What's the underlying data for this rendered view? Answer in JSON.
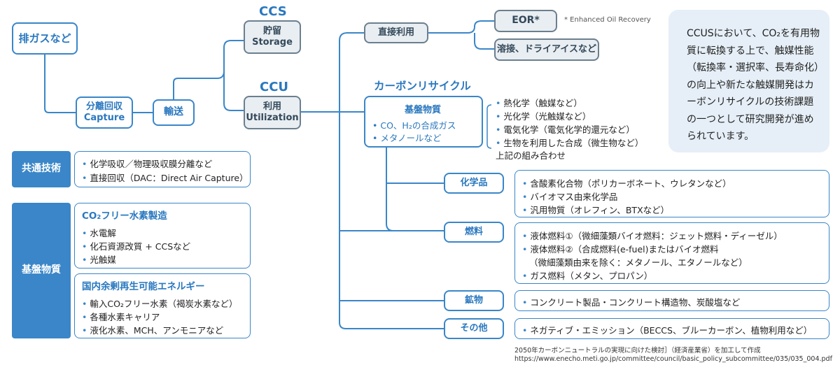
{
  "left": {
    "exhaust": "排ガスなど",
    "capture_jp": "分離回収",
    "capture_en": "Capture",
    "transport": "輸送"
  },
  "ccs": {
    "heading": "CCS",
    "jp": "貯留",
    "en": "Storage"
  },
  "ccu": {
    "heading": "CCU",
    "jp": "利用",
    "en": "Utilization"
  },
  "direct": {
    "label": "直接利用",
    "eor": "EOR*",
    "eor_note": "* Enhanced Oil Recovery",
    "other": "溶接、ドライアイスなど"
  },
  "carbon_recycle": {
    "heading": "カーボンリサイクル",
    "base_title": "基盤物質",
    "base_items": [
      "CO、H₂の合成ガス",
      "メタノールなど"
    ],
    "methods": [
      "熱化学（触媒など）",
      "光化学（光触媒など）",
      "電気化学（電気化学的還元など）",
      "生物を利用した合成（微生物など）"
    ],
    "methods_tail": "上記の組み合わせ"
  },
  "categories": [
    {
      "label": "化学品",
      "items": [
        "含酸素化合物（ポリカーボネート、ウレタンなど）",
        "バイオマス由来化学品",
        "汎用物質（オレフィン、BTXなど）"
      ]
    },
    {
      "label": "燃料",
      "items": [
        "液体燃料①（微細藻類バイオ燃料：ジェット燃料・ディーゼル）",
        "液体燃料②（合成燃料(e-fuel)またはバイオ燃料",
        "（微細藻類由来を除く：メタノール、エタノールなど）",
        "ガス燃料（メタン、プロパン）"
      ]
    },
    {
      "label": "鉱物",
      "items": [
        "コンクリート製品・コンクリート構造物、炭酸塩など"
      ]
    },
    {
      "label": "その他",
      "items": [
        "ネガティブ・エミッション（BECCS、ブルーカーボン、植物利用など）"
      ]
    }
  ],
  "common_tech": {
    "label": "共通技術",
    "items": [
      "化学吸収／物理吸収膜分離など",
      "直接回収（DAC：Direct Air Capture）"
    ]
  },
  "base_material": {
    "label": "基盤物質",
    "h2_title": "CO₂フリー水素製造",
    "h2_items": [
      "水電解",
      "化石資源改質 + CCSなど",
      "光触媒"
    ],
    "re_title": "国内余剰再生可能エネルギー",
    "re_items": [
      "輸入CO₂フリー水素（褐炭水素など）",
      "各種水素キャリア",
      "液化水素、MCH、アンモニアなど"
    ]
  },
  "note": "CCUSにおいて、CO₂を有用物質に転換する上で、触媒性能（転換率・選択率、長寿命化）の向上や新たな触媒開発はカーボンリサイクルの技術課題の一つとして研究開発が進められています。",
  "source": {
    "line1": "2050年カーボンニュートラルの実現に向けた検討］（経済産業省）を加工して作成",
    "line2": "https://www.enecho.meti.go.jp/committee/council/basic_policy_subcommittee/035/035_004.pdf"
  },
  "colors": {
    "accent": "#3a86c8",
    "gray_box": "#e9eef2",
    "note_bg": "#e6eff7"
  }
}
